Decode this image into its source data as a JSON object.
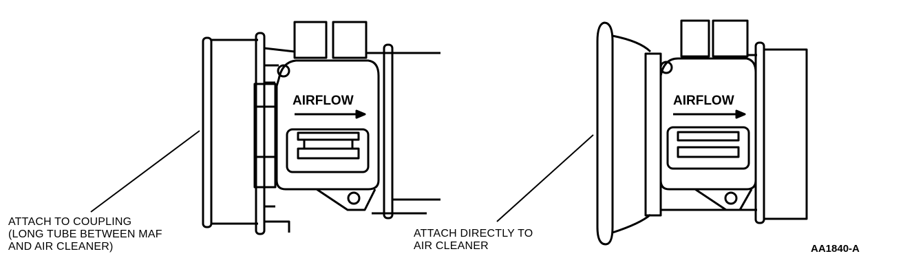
{
  "left_sensor": {
    "module_text": "AIRFLOW",
    "callout": [
      "ATTACH TO COUPLING",
      "(LONG TUBE BETWEEN MAF",
      "AND AIR CLEANER)"
    ]
  },
  "right_sensor": {
    "module_text": "AIRFLOW",
    "callout": [
      "ATTACH DIRECTLY TO",
      "AIR CLEANER"
    ]
  },
  "figure_id": "AA1840-A",
  "colors": {
    "ink": "#000000",
    "paper": "#ffffff"
  }
}
